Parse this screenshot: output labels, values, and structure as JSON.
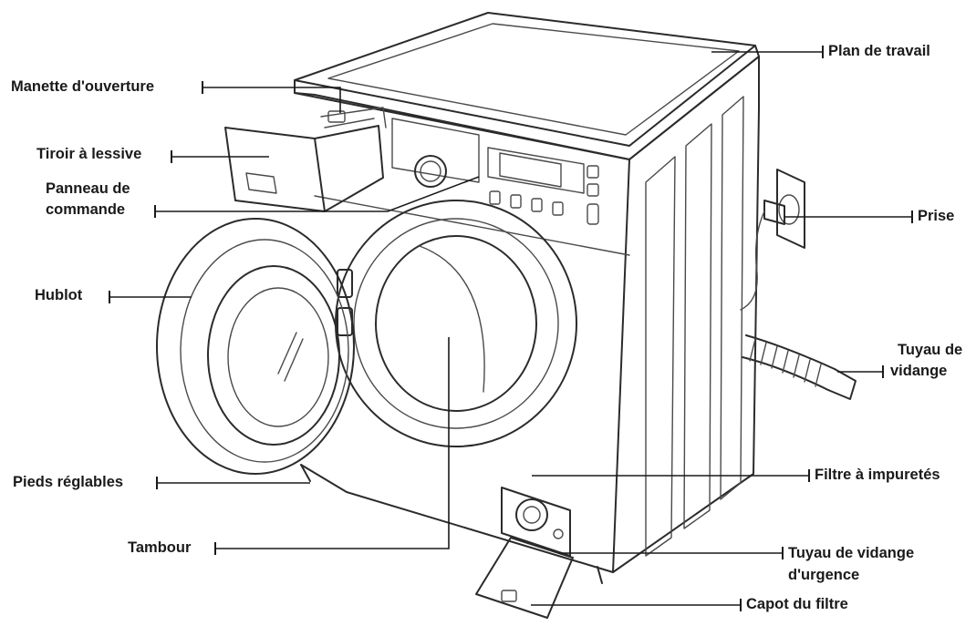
{
  "labels": {
    "plan_de_travail": "Plan de travail",
    "manette_ouverture": "Manette d'ouverture",
    "tiroir_lessive": "Tiroir à lessive",
    "panneau_l1": "Panneau de",
    "panneau_l2": "commande",
    "prise": "Prise",
    "hublot": "Hublot",
    "tuyau_vidange_l1": "Tuyau de",
    "tuyau_vidange_l2": "vidange",
    "pieds_reglables": "Pieds réglables",
    "filtre_impuretes": "Filtre à impuretés",
    "tambour": "Tambour",
    "tuyau_urgence_l1": "Tuyau de vidange",
    "tuyau_urgence_l2": "d'urgence",
    "capot_filtre": "Capot du filtre"
  }
}
